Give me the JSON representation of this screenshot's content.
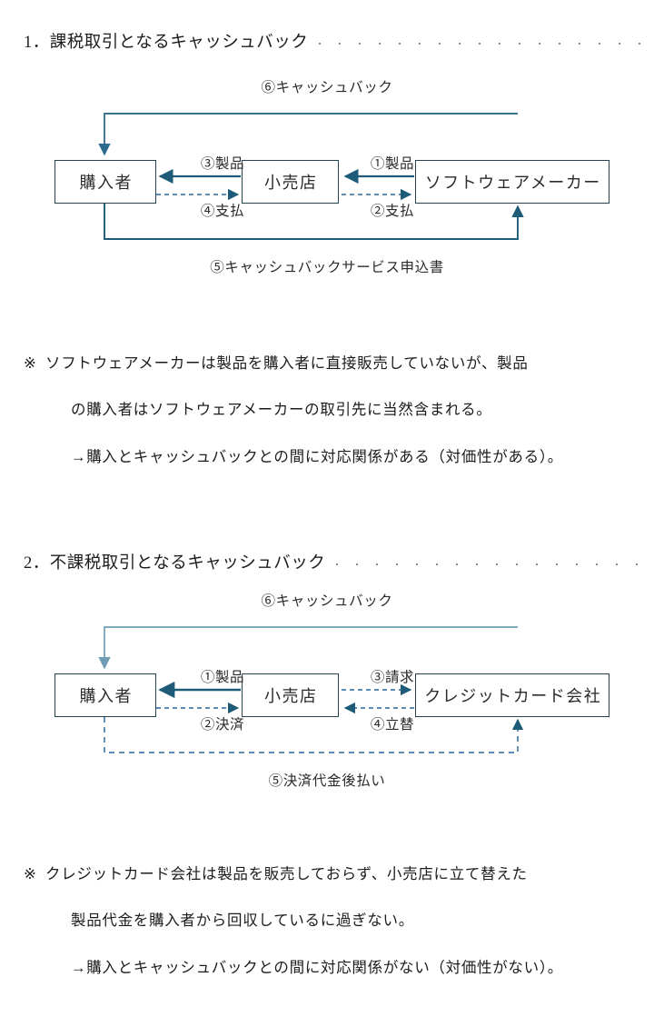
{
  "document": {
    "sections": [
      {
        "id": "section-1",
        "heading": "1．課税取引となるキャッシュバック",
        "diagram": {
          "top_label": "⑥キャッシュバック",
          "bottom_label": "⑤キャッシュバックサービス申込書",
          "nodes": [
            {
              "id": "buyer",
              "label": "購入者"
            },
            {
              "id": "retailer",
              "label": "小売店"
            },
            {
              "id": "maker",
              "label": "ソフトウェアメーカー"
            }
          ],
          "flows": [
            {
              "id": "flow-3",
              "label": "③製品"
            },
            {
              "id": "flow-4",
              "label": "④支払"
            },
            {
              "id": "flow-1",
              "label": "①製品"
            },
            {
              "id": "flow-2",
              "label": "②支払"
            }
          ]
        },
        "notes": [
          {
            "marker": "※",
            "text": "ソフトウェアメーカーは製品を購入者に直接販売していないが、製品"
          },
          {
            "marker": "",
            "text": "の購入者はソフトウェアメーカーの取引先に当然含まれる。"
          },
          {
            "marker": "",
            "text": "→購入とキャッシュバックとの間に対応関係がある（対価性がある）。"
          }
        ]
      },
      {
        "id": "section-2",
        "heading": "2．不課税取引となるキャッシュバック",
        "diagram": {
          "top_label": "⑥キャッシュバック",
          "bottom_label": "⑤決済代金後払い",
          "nodes": [
            {
              "id": "buyer",
              "label": "購入者"
            },
            {
              "id": "retailer",
              "label": "小売店"
            },
            {
              "id": "card",
              "label": "クレジットカード会社"
            }
          ],
          "flows": [
            {
              "id": "flow-1",
              "label": "①製品"
            },
            {
              "id": "flow-2",
              "label": "②決済"
            },
            {
              "id": "flow-3",
              "label": "③請求"
            },
            {
              "id": "flow-4",
              "label": "④立替"
            }
          ]
        },
        "notes": [
          {
            "marker": "※",
            "text": "クレジットカード会社は製品を販売しておらず、小売店に立て替えた"
          },
          {
            "marker": "",
            "text": "製品代金を購入者から回収しているに過ぎない。"
          },
          {
            "marker": "",
            "text": "→購入とキャッシュバックとの間に対応関係がない（対価性がない）。"
          }
        ]
      }
    ],
    "colors": {
      "line_dark": "#1d5b79",
      "line_medium": "#3a7191",
      "line_light": "#7fa8bf",
      "line_dashed": "#5b8cb5",
      "box_border": "#24424f",
      "text": "#1c1c1c"
    }
  }
}
